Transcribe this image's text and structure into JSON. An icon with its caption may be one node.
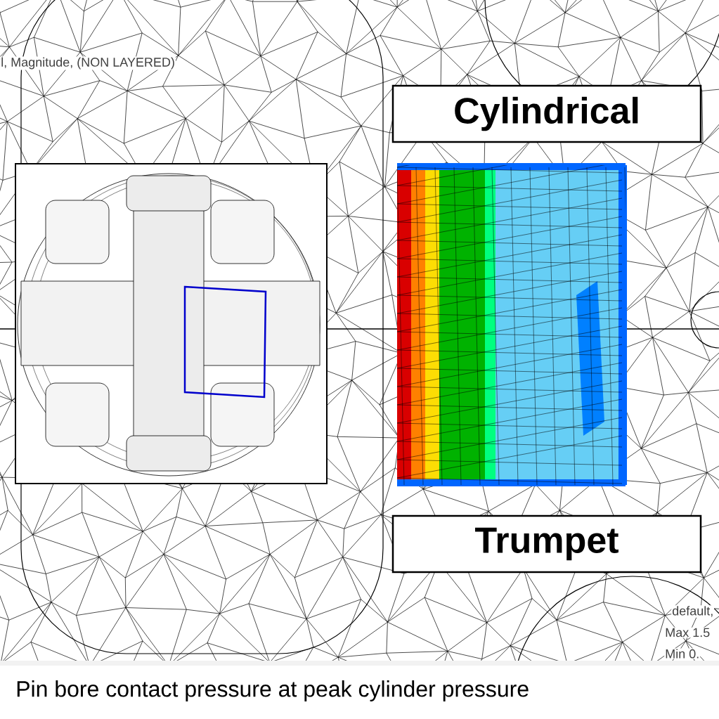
{
  "diagram": {
    "caption": "Pin bore contact pressure at peak cylinder pressure",
    "nodes": [
      {
        "text": [
          "Cylindrical"
        ]
      },
      {
        "text": [
          "Trumpet"
        ]
      }
    ],
    "edges": [],
    "labels": [
      "l, Magnitude, (NON LAYERED)",
      "default,",
      "Max 1.5",
      "Min 0."
    ]
  }
}
